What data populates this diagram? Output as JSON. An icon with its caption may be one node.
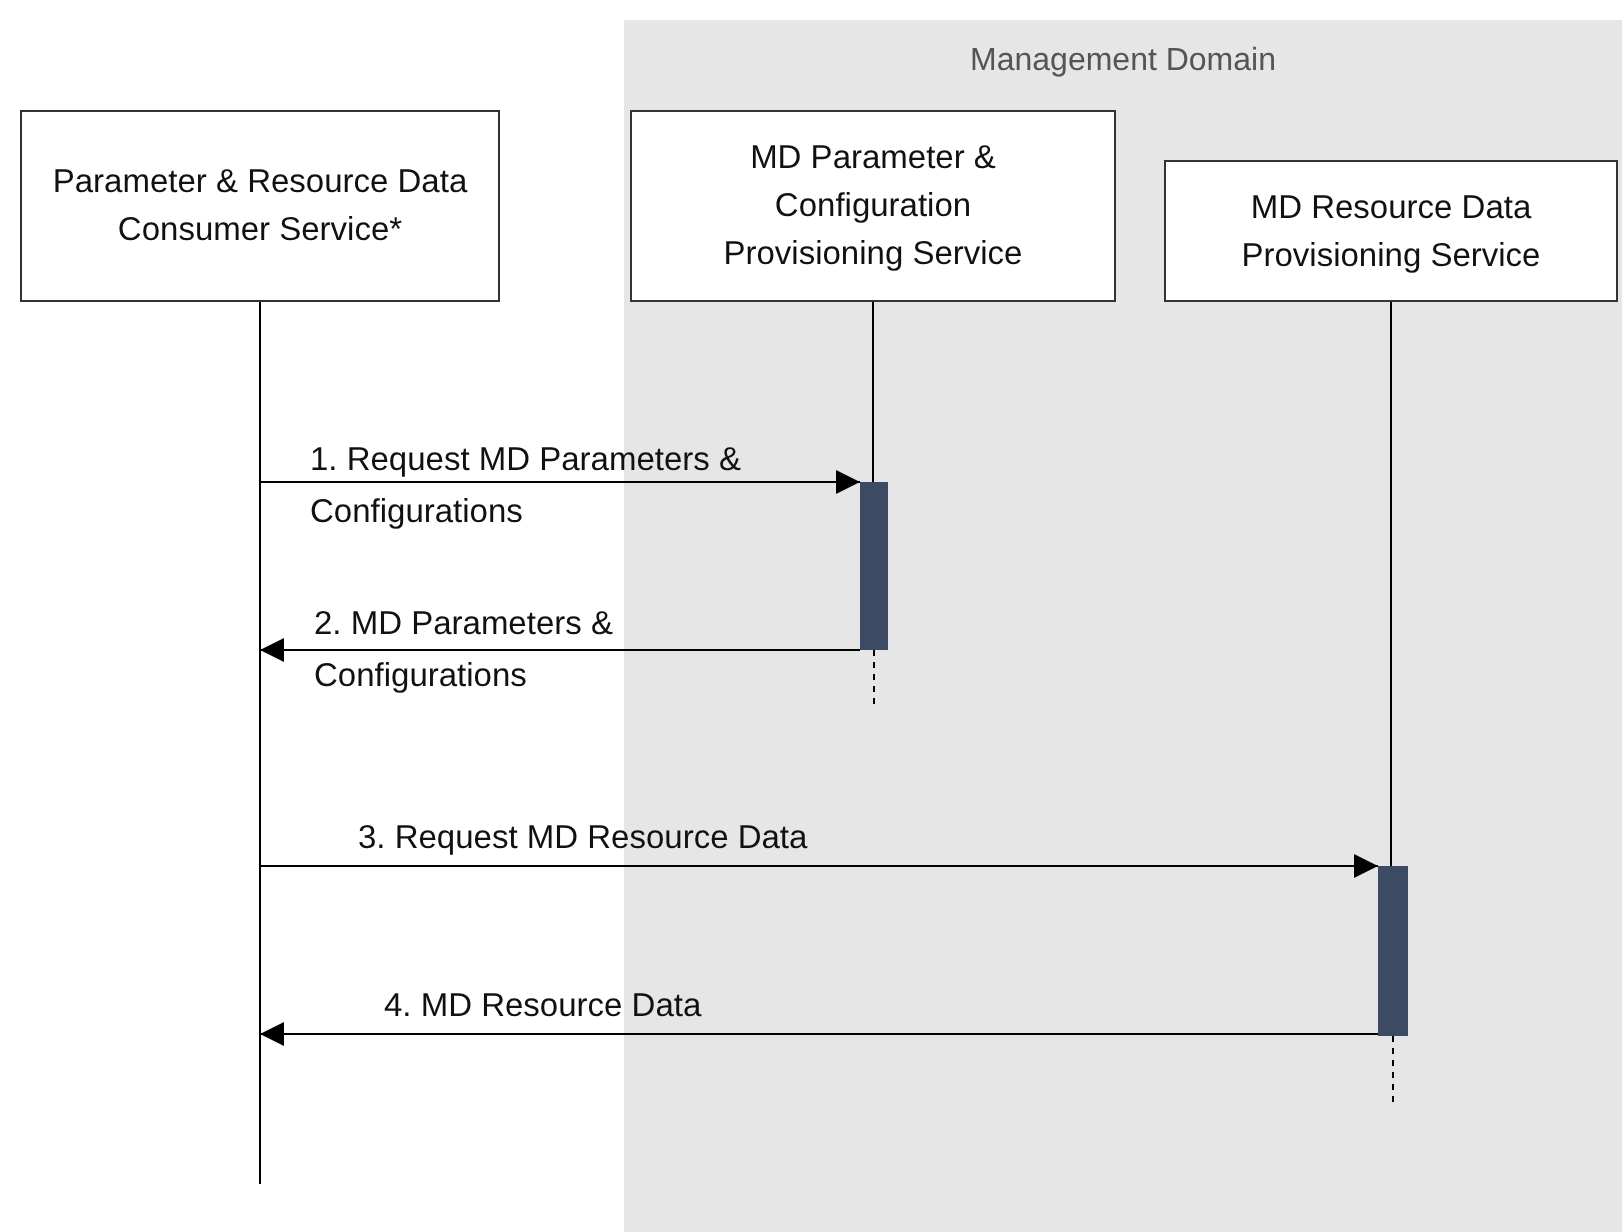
{
  "diagram": {
    "nodes": [
      {
        "text": [
          "Management Domain"
        ]
      },
      {
        "text": [
          "Parameter & Resource Data Consumer Service*"
        ]
      },
      {
        "text": [
          "MD Parameter & Configuration Provisioning Service"
        ],
        "in": 0
      },
      {
        "text": [
          "MD Resource Data Provisioning Service"
        ],
        "in": 0
      },
      {
        "text": [],
        "shape": "bar",
        "in": 0
      },
      {
        "text": [],
        "shape": "bar",
        "in": 0
      }
    ],
    "edges": [
      {
        "from": 1,
        "to": null,
        "arrow": "none"
      },
      {
        "from": 2,
        "to": 4,
        "arrow": "none"
      },
      {
        "from": 4,
        "to": null,
        "arrow": "none",
        "style": "dashed"
      },
      {
        "from": 3,
        "to": 5,
        "arrow": "none"
      },
      {
        "from": 5,
        "to": null,
        "arrow": "none",
        "style": "dashed"
      },
      {
        "from": null,
        "to": 4,
        "arrow": "to",
        "label": "1. Request MD Parameters & Configurations"
      },
      {
        "from": 4,
        "to": null,
        "arrow": "to",
        "label": "2. MD Parameters & Configurations"
      },
      {
        "from": null,
        "to": 5,
        "arrow": "to",
        "label": "3. Request MD Resource Data"
      },
      {
        "from": 5,
        "to": null,
        "arrow": "to",
        "label": "4. MD Resource Data"
      }
    ]
  }
}
